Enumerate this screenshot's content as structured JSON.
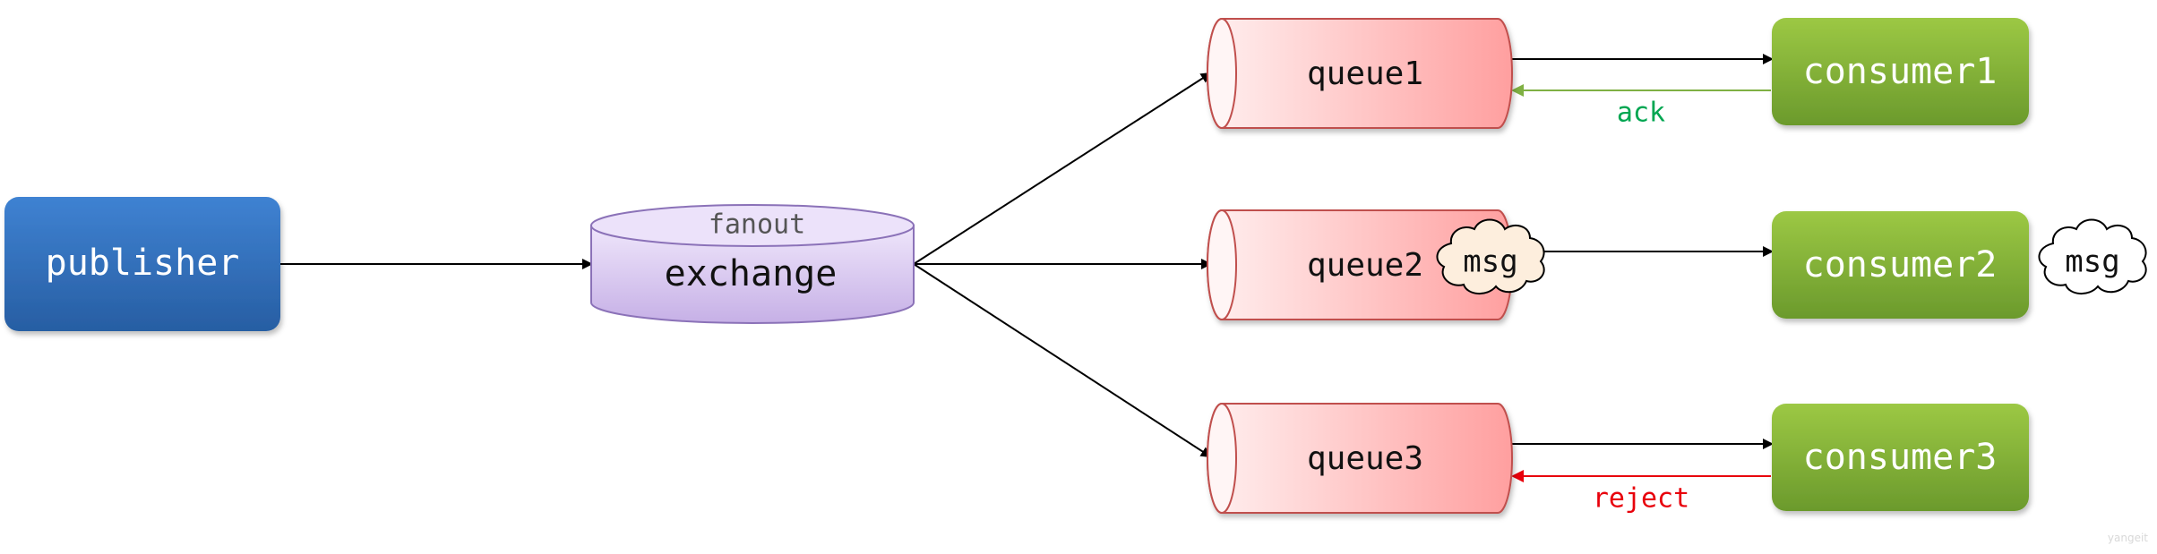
{
  "nodes": {
    "publisher": "publisher",
    "exchange": "exchange",
    "exchange_type": "fanout",
    "queue1": "queue1",
    "queue2": "queue2",
    "queue3": "queue3",
    "consumer1": "consumer1",
    "consumer2": "consumer2",
    "consumer3": "consumer3"
  },
  "messages": {
    "queue2_msg": "msg",
    "consumer2_msg": "msg"
  },
  "edge_labels": {
    "ack": "ack",
    "reject": "reject"
  },
  "watermark": "yangeit",
  "colors": {
    "publisher": "#2e6db8",
    "exchange": "#d9c9ef",
    "queue": "#ffb3b3",
    "consumer": "#86b53a",
    "ack": "#00a651",
    "reject": "#e8000b"
  }
}
